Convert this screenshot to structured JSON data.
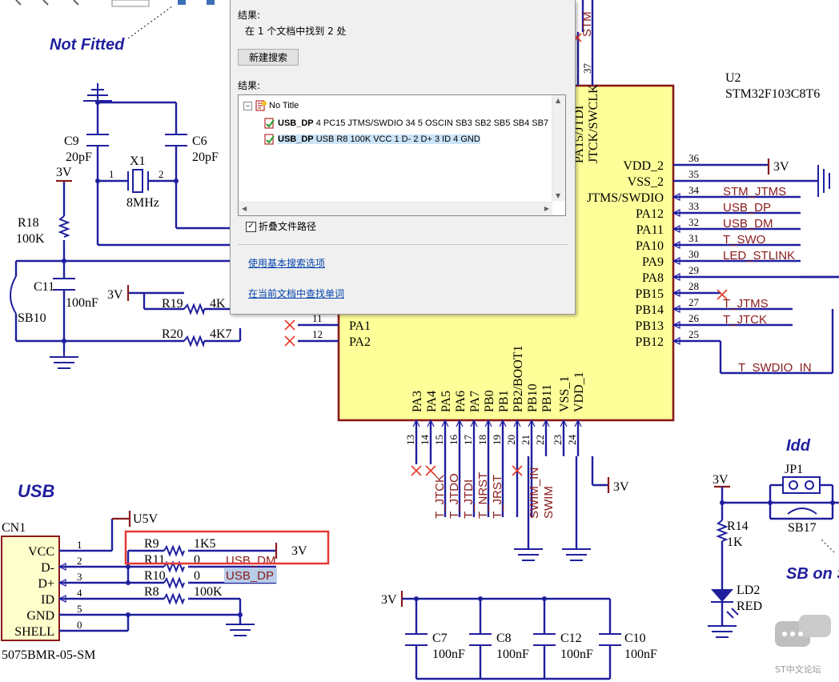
{
  "dialog": {
    "results_heading": "结果:",
    "found_summary": "在 1 个文档中找到 2 处",
    "new_search_button": "新建搜索",
    "results_label": "结果:",
    "tree": {
      "document": "No Title",
      "hits": [
        {
          "name": "USB_DP",
          "detail": "4 PC15 JTMS/SWDIO 34 5 OSCIN SB3 SB2 SB5 SB4 SB7"
        },
        {
          "name": "USB_DP",
          "detail": "USB R8 100K VCC 1 D- 2 D+ 3 ID 4 GND"
        }
      ],
      "selected_index": 1
    },
    "fold_paths_label": "折叠文件路径",
    "fold_paths_checked": true,
    "basic_options_link": "使用基本搜索选项",
    "find_in_doc_link": "在当前文档中查找单词"
  },
  "schematic": {
    "not_fitted": "Not Fitted",
    "u2": {
      "ref": "U2",
      "part": "STM32F103C8T6"
    },
    "left_pins": [
      {
        "num": "11",
        "name": "PA1"
      },
      {
        "num": "12",
        "name": "PA2"
      }
    ],
    "top_pins": [
      {
        "num": "37",
        "name": "JTCK/SWCLK"
      },
      {
        "name": "PA15/JTDI"
      }
    ],
    "right_pins": [
      {
        "num": "36",
        "name": "VDD_2"
      },
      {
        "num": "35",
        "name": "VSS_2"
      },
      {
        "num": "34",
        "name": "JTMS/SWDIO"
      },
      {
        "num": "33",
        "name": "PA12"
      },
      {
        "num": "32",
        "name": "PA11"
      },
      {
        "num": "31",
        "name": "PA10"
      },
      {
        "num": "30",
        "name": "PA9"
      },
      {
        "num": "29",
        "name": "PA8"
      },
      {
        "num": "28",
        "name": "PB15"
      },
      {
        "num": "27",
        "name": "PB14"
      },
      {
        "num": "26",
        "name": "PB13"
      },
      {
        "num": "25",
        "name": "PB12"
      }
    ],
    "bottom_pins": [
      {
        "num": "13",
        "name": "PA3"
      },
      {
        "num": "14",
        "name": "PA4"
      },
      {
        "num": "15",
        "name": "PA5"
      },
      {
        "num": "16",
        "name": "PA6"
      },
      {
        "num": "17",
        "name": "PA7"
      },
      {
        "num": "18",
        "name": "PB0"
      },
      {
        "num": "19",
        "name": "PB1"
      },
      {
        "num": "20",
        "name": "PB2/BOOT1"
      },
      {
        "num": "21",
        "name": "PB10"
      },
      {
        "num": "22",
        "name": "PB11"
      },
      {
        "num": "23",
        "name": "VSS_1"
      },
      {
        "num": "24",
        "name": "VDD_1"
      }
    ],
    "right_nets": [
      "STM_JTMS",
      "USB_DP",
      "USB_DM",
      "T_SWO",
      "LED_STLINK",
      "T_JTMS",
      "T_JTCK",
      "T_SWDIO_IN"
    ],
    "top_net": "STM",
    "bottom_nets": [
      "T_JTCK",
      "T_JTDO",
      "T_JTDI",
      "T_NRST",
      "T_JRST",
      "SWIM_IN",
      "SWIM"
    ],
    "power_3v": "3V",
    "power_5v": "U5V",
    "crystal": {
      "ref": "X1",
      "value": "8MHz",
      "pin1": "1",
      "pin2": "2"
    },
    "c9": {
      "ref": "C9",
      "value": "20pF"
    },
    "c6": {
      "ref": "C6",
      "value": "20pF"
    },
    "r18": {
      "ref": "R18",
      "value": "100K"
    },
    "c11": {
      "ref": "C11",
      "value": "100nF"
    },
    "sb10": "SB10",
    "r19": {
      "ref": "R19",
      "value": "4K"
    },
    "r20": {
      "ref": "R20",
      "value": "4K7"
    },
    "usb_heading": "USB",
    "cn1": {
      "ref": "CN1",
      "part": "5075BMR-05-SM",
      "pins": [
        {
          "name": "VCC",
          "num": "1"
        },
        {
          "name": "D-",
          "num": "2"
        },
        {
          "name": "D+",
          "num": "3"
        },
        {
          "name": "ID",
          "num": "4"
        },
        {
          "name": "GND",
          "num": "5"
        },
        {
          "name": "SHELL",
          "num": "0"
        }
      ]
    },
    "r9": {
      "ref": "R9",
      "value": "1K5"
    },
    "r11": {
      "ref": "R11",
      "value": "0"
    },
    "r10": {
      "ref": "R10",
      "value": "0"
    },
    "r8": {
      "ref": "R8",
      "value": "100K"
    },
    "usb_dm_net": "USB_DM",
    "usb_dp_net": "USB_DP",
    "caps": [
      {
        "ref": "C7",
        "value": "100nF"
      },
      {
        "ref": "C8",
        "value": "100nF"
      },
      {
        "ref": "C12",
        "value": "100nF"
      },
      {
        "ref": "C10",
        "value": "100nF"
      }
    ],
    "idd_heading": "Idd",
    "jp1": "JP1",
    "sb17": "SB17",
    "r14": {
      "ref": "R14",
      "value": "1K"
    },
    "ld2": {
      "ref": "LD2",
      "value": "RED"
    },
    "sb_on": "SB on S"
  },
  "watermark": {
    "label": "ST中文论坛"
  }
}
